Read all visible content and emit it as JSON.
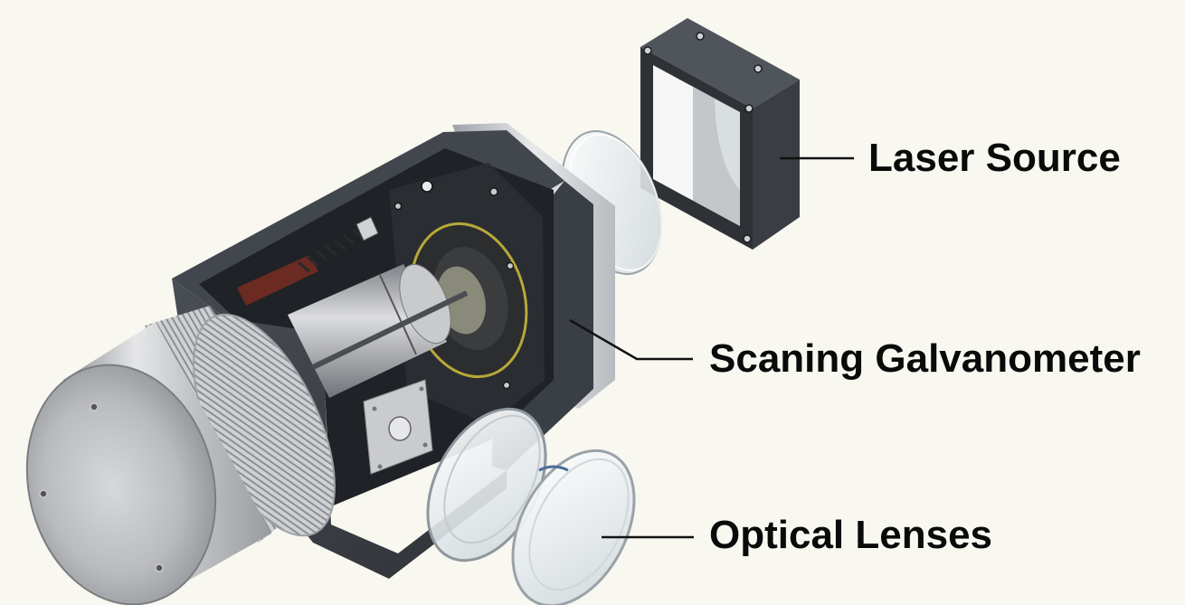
{
  "diagram": {
    "type": "exploded-view",
    "background": "#f8f7f0",
    "components": [
      {
        "id": "laser-source",
        "label": "Laser Source",
        "color": "#3b3f45"
      },
      {
        "id": "scanning-galvanometer",
        "label": "Scaning Galvanometer",
        "color": "#3a3e46"
      },
      {
        "id": "optical-lenses",
        "label": "Optical Lenses",
        "color": "#e8eef2"
      }
    ],
    "callouts": {
      "laser": "Laser Source",
      "galvo": "Scaning Galvanometer",
      "lens": "Optical Lenses"
    },
    "leader_line_color": "#111111"
  }
}
